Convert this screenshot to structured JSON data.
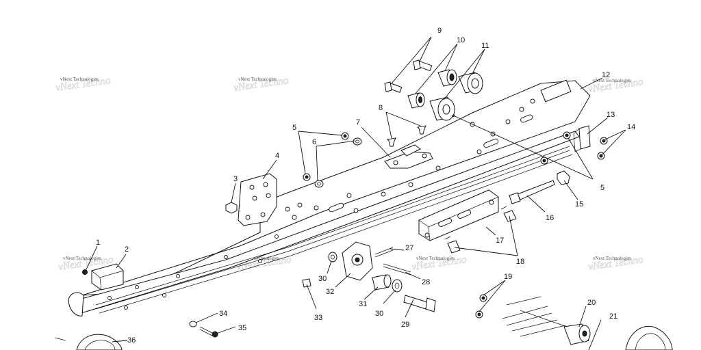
{
  "watermark": {
    "text": "vNext Technologies"
  },
  "callouts": [
    "1",
    "2",
    "3",
    "4",
    "5",
    "5",
    "6",
    "7",
    "8",
    "9",
    "10",
    "11",
    "12",
    "13",
    "14",
    "15",
    "16",
    "17",
    "18",
    "19",
    "20",
    "21",
    "27",
    "28",
    "29",
    "30",
    "30",
    "31",
    "32",
    "33",
    "34",
    "35",
    "36"
  ],
  "colors": {
    "ink": "#111111",
    "paper": "#ffffff",
    "watermark": "#555555"
  }
}
